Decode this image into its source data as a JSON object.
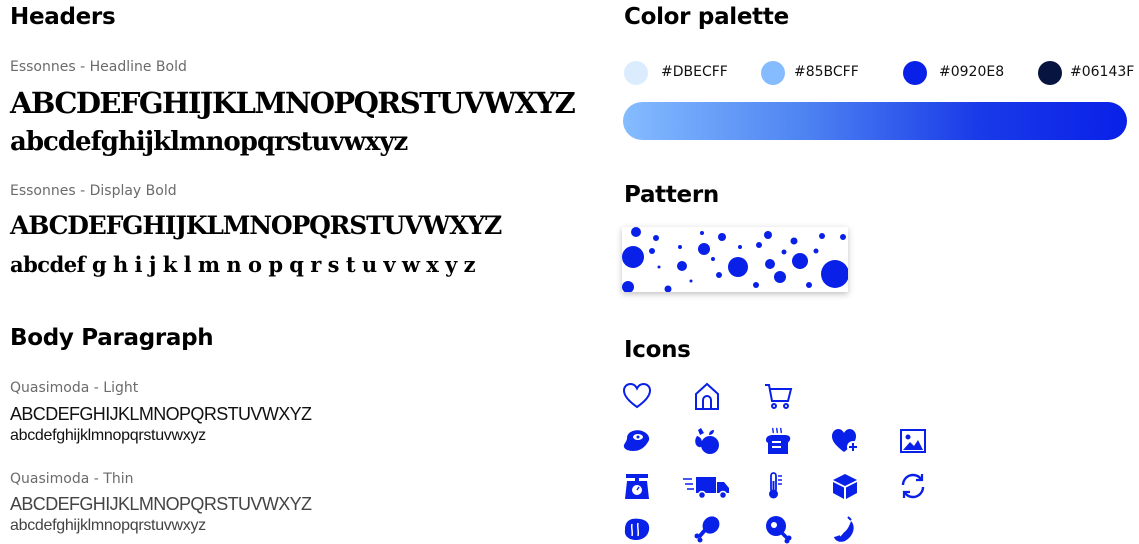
{
  "headers": {
    "title": "Headers",
    "font1": {
      "caption": "Essonnes - Headline Bold",
      "upper": "ABCDEFGHIJKLMNOPQRSTUVWXYZ",
      "lower": "abcdefghijklmnopqrstuvwxyz"
    },
    "font2": {
      "caption": "Essonnes - Display Bold",
      "upper": "ABCDEFGHIJKLMNOPQRSTUVWXYZ",
      "lower": "abcdef g h i j k l m n o p q r s t u v w x y z"
    }
  },
  "body_paragraph": {
    "title": "Body Paragraph",
    "font1": {
      "caption": "Quasimoda - Light",
      "upper": "ABCDEFGHIJKLMNOPQRSTUVWXYZ",
      "lower": "abcdefghijklmnopqrstuvwxyz"
    },
    "font2": {
      "caption": "Quasimoda - Thin",
      "upper": "ABCDEFGHIJKLMNOPQRSTUVWXYZ",
      "lower": "abcdefghijklmnopqrstuvwxyz"
    }
  },
  "color_palette": {
    "title": "Color palette",
    "colors": [
      {
        "hex": "#DBECFF",
        "color": "#DBECFF"
      },
      {
        "hex": "#85BCFF",
        "color": "#85BCFF"
      },
      {
        "hex": "#0920E8",
        "color": "#0920E8"
      },
      {
        "hex": "#06143F",
        "color": "#06143F"
      }
    ]
  },
  "pattern": {
    "title": "Pattern",
    "dot_color": "#0920E8"
  },
  "icons": {
    "title": "Icons",
    "color": "#0920E8",
    "rows": [
      [
        "heart-icon",
        "home-icon",
        "cart-icon"
      ],
      [
        "steak-icon",
        "vegetables-icon",
        "bread-icon",
        "heart-plus-icon",
        "image-icon"
      ],
      [
        "scale-icon",
        "delivery-truck-icon",
        "thermometer-icon",
        "box-icon",
        "refresh-icon"
      ],
      [
        "meat-icon",
        "chicken-leg-icon",
        "ham-icon",
        "sausage-icon"
      ]
    ]
  }
}
